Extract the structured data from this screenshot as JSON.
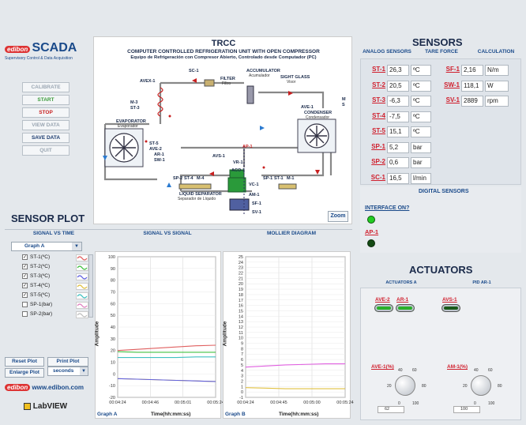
{
  "brand": {
    "edibon": "edibon",
    "scada": "SCADA",
    "subtitle": "Supervisory Control & Data Acquisition",
    "website": "www.edibon.com",
    "labview": "LabVIEW"
  },
  "control_buttons": [
    {
      "label": "CALIBRATE",
      "state": "disabled"
    },
    {
      "label": "START",
      "state": "green"
    },
    {
      "label": "STOP",
      "state": "red"
    },
    {
      "label": "VIEW DATA",
      "state": "disabled"
    },
    {
      "label": "SAVE DATA",
      "state": "navy"
    },
    {
      "label": "QUIT",
      "state": "disabled"
    }
  ],
  "diagram": {
    "title": "TRCC",
    "subtitle_en": "COMPUTER CONTROLLED REFRIGERATION UNIT WITH OPEN COMPRESSOR",
    "subtitle_es": "Equipo de Refrigeración con Compresor Abierto, Controlado desde Computador (PC)",
    "labels": {
      "avex1": "AVEX-1",
      "sc1": "SC-1",
      "filter": "FILTER",
      "filter_es": "Filtro",
      "accumulator": "ACCUMULATOR",
      "accumulator_es": "Acumulador",
      "sight_glass": "SIGHT GLASS",
      "sight_glass_es": "Visor",
      "m3": "M-3",
      "st3": "ST-3",
      "m": "M",
      "s": "S",
      "evaporator": "EVAPORATOR",
      "evaporator_es": "Evaporador",
      "ave1": "AVE-1",
      "condenser": "CONDENSER",
      "condenser_es": "Condensador",
      "st5": "ST-5",
      "ave2": "AVE-2",
      "ar1": "AR-1",
      "sw1": "SW-1",
      "avs1": "AVS-1",
      "ap1": "AP-1",
      "vr1": "VR-1",
      "aco1": "ACO-1",
      "vc1": "VC-1",
      "am1": "AM-1",
      "sf1": "SF-1",
      "sv1": "SV-1",
      "sp2": "SP-2",
      "st4": "ST-4",
      "m4": "M-4",
      "sp1": "SP-1",
      "st1": "ST-1",
      "m1": "M-1",
      "liquid_sep": "LIQUID SEPARATOR",
      "liquid_sep_es": "Separador de Líquido"
    },
    "zoom": "Zoom"
  },
  "sensors": {
    "heading": "SENSORS",
    "tabs": [
      "ANALOG SENSORS",
      "TARE FORCE",
      "CALCULATION"
    ],
    "left": [
      {
        "label": "ST-1",
        "value": "26,3",
        "unit": "ºC"
      },
      {
        "label": "ST-2",
        "value": "20,5",
        "unit": "ºC"
      },
      {
        "label": "ST-3",
        "value": "-6,3",
        "unit": "ºC"
      },
      {
        "label": "ST-4",
        "value": "-7,5",
        "unit": "ºC"
      },
      {
        "label": "ST-5",
        "value": "15,1",
        "unit": "ºC"
      },
      {
        "label": "SP-1",
        "value": "5,2",
        "unit": "bar"
      },
      {
        "label": "SP-2",
        "value": "0,6",
        "unit": "bar"
      },
      {
        "label": "SC-1",
        "value": "16,5",
        "unit": "l/min"
      }
    ],
    "right": [
      {
        "label": "SF-1",
        "value": "2,16",
        "unit": "N/m"
      },
      {
        "label": "SW-1",
        "value": "118,1",
        "unit": "W"
      },
      {
        "label": "SV-1",
        "value": "2889",
        "unit": "rpm"
      }
    ],
    "digital_heading": "DIGITAL SENSORS",
    "interface_label": "INTERFACE ON?",
    "ap1_label": "AP-1"
  },
  "sensor_plot": {
    "heading": "SENSOR PLOT",
    "tabs": [
      "SIGNAL VS TIME",
      "SIGNAL VS SIGNAL",
      "MOLLIER DIAGRAM"
    ],
    "graph_select": "Graph A",
    "channels": [
      {
        "label": "ST-1(ºC)",
        "checked": true,
        "color": "#e06060"
      },
      {
        "label": "ST-2(ºC)",
        "checked": true,
        "color": "#40c040"
      },
      {
        "label": "ST-3(ºC)",
        "checked": true,
        "color": "#6060e0"
      },
      {
        "label": "ST-4(ºC)",
        "checked": true,
        "color": "#e0c040"
      },
      {
        "label": "ST-5(ºC)",
        "checked": true,
        "color": "#40c0c0"
      },
      {
        "label": "SP-1(bar)",
        "checked": false,
        "color": "#e080c0"
      },
      {
        "label": "SP-2(bar)",
        "checked": false,
        "color": "#c0c0c0"
      }
    ],
    "buttons": {
      "reset": "Reset Plot",
      "print": "Print Plot",
      "enlarge": "Enlarge Plot"
    },
    "time_unit": "seconds"
  },
  "chart_data": [
    {
      "type": "line",
      "title": "Graph A",
      "xlabel": "Time(hh:mm:ss)",
      "ylabel": "Amplitude",
      "ylim": [
        -20,
        100
      ],
      "yticks": [
        -20,
        -10,
        0,
        10,
        20,
        30,
        40,
        50,
        60,
        70,
        80,
        90,
        100
      ],
      "xticks": [
        "00:04:24",
        "00:04:46",
        "00:05:01",
        "00:05:24"
      ],
      "x": [
        0,
        0.2,
        0.4,
        0.6,
        0.8,
        1.0
      ],
      "series": [
        {
          "color": "#e06060",
          "values": [
            20,
            21,
            22,
            23,
            24,
            24.5
          ]
        },
        {
          "color": "#40c040",
          "values": [
            19,
            18.5,
            18.5,
            18.5,
            18.5,
            18.5
          ]
        },
        {
          "color": "#40c0c0",
          "values": [
            14,
            14,
            14,
            14,
            14.5,
            14.5
          ]
        },
        {
          "color": "#e0c040",
          "values": [
            -4,
            -4.5,
            -5,
            -5.5,
            -6,
            -6.5
          ]
        },
        {
          "color": "#6060e0",
          "values": [
            -4,
            -4.5,
            -5,
            -5.5,
            -6,
            -6.5
          ]
        }
      ]
    },
    {
      "type": "line",
      "title": "Graph B",
      "xlabel": "Time(hh:mm:ss)",
      "ylabel": "Amplitude",
      "ylim": [
        -1,
        25
      ],
      "yticks": [
        -1,
        0,
        1,
        2,
        3,
        4,
        5,
        6,
        7,
        8,
        9,
        10,
        11,
        12,
        13,
        14,
        15,
        16,
        17,
        18,
        19,
        20,
        21,
        22,
        23,
        24,
        25
      ],
      "xticks": [
        "00:04:24",
        "00:04:45",
        "00:05:00",
        "00:05:24"
      ],
      "x": [
        0,
        0.2,
        0.4,
        0.6,
        0.8,
        1.0
      ],
      "series": [
        {
          "color": "#e060e0",
          "values": [
            4.6,
            4.8,
            5.0,
            5.1,
            5.2,
            5.2
          ]
        },
        {
          "color": "#e0c040",
          "values": [
            0.8,
            0.7,
            0.6,
            0.6,
            0.6,
            0.6
          ]
        }
      ]
    }
  ],
  "actuators": {
    "heading": "ACTUATORS",
    "tabs": [
      "ACTUATORS A",
      "PID AR-1"
    ],
    "switches": [
      {
        "label": "AVE-2",
        "on": true
      },
      {
        "label": "AR-1",
        "on": true
      },
      {
        "label": "AVS-1",
        "on": false
      }
    ],
    "knobs": [
      {
        "label": "AVE-1(%)",
        "value": "62",
        "ticks": [
          "0",
          "20",
          "40",
          "60",
          "80",
          "100"
        ]
      },
      {
        "label": "AM-1(%)",
        "value": "100",
        "ticks": [
          "0",
          "20",
          "40",
          "60",
          "80",
          "100"
        ]
      }
    ]
  }
}
